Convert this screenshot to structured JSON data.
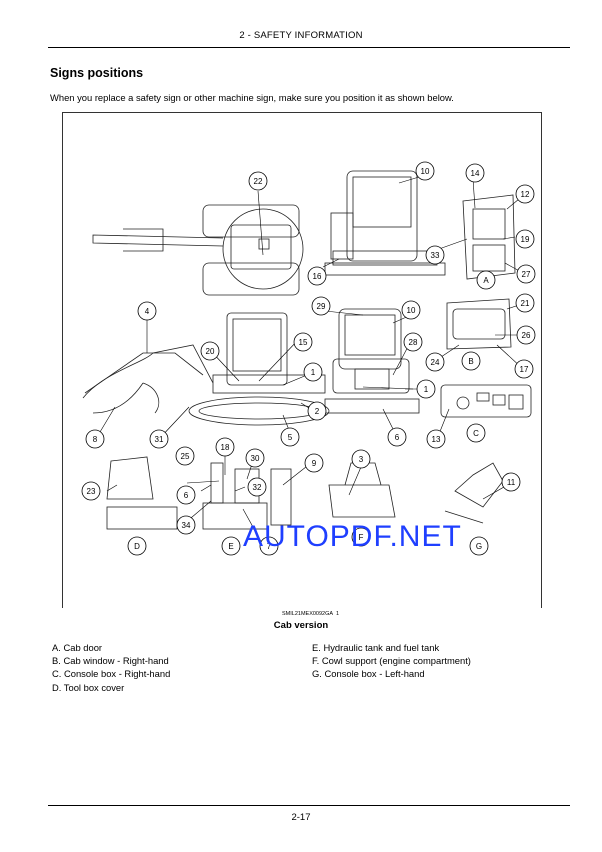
{
  "header": {
    "section": "2 - SAFETY INFORMATION"
  },
  "title": "Signs positions",
  "intro": "When you replace a safety sign or other machine sign, make sure you position it as shown below.",
  "figure": {
    "code": "SMIL21MEX0092GA",
    "number": "1",
    "caption": "Cab version",
    "watermark": "AUTOPDF.NET",
    "callouts": [
      "22",
      "10",
      "14",
      "12",
      "16",
      "33",
      "19",
      "27",
      "4",
      "29",
      "10",
      "21",
      "26",
      "15",
      "28",
      "20",
      "1",
      "1",
      "24",
      "17",
      "8",
      "31",
      "2",
      "5",
      "6",
      "13",
      "18",
      "30",
      "25",
      "9",
      "3",
      "11",
      "23",
      "32",
      "6",
      "34",
      "7"
    ],
    "view_letters": [
      "A",
      "B",
      "C",
      "D",
      "E",
      "F",
      "G"
    ]
  },
  "legend": {
    "left": [
      "A. Cab door",
      "B. Cab window - Right-hand",
      "C. Console box - Right-hand",
      "D. Tool box cover"
    ],
    "right": [
      "E. Hydraulic tank and fuel tank",
      "F. Cowl support (engine compartment)",
      "G. Console box - Left-hand"
    ]
  },
  "footer": {
    "page": "2-17"
  }
}
